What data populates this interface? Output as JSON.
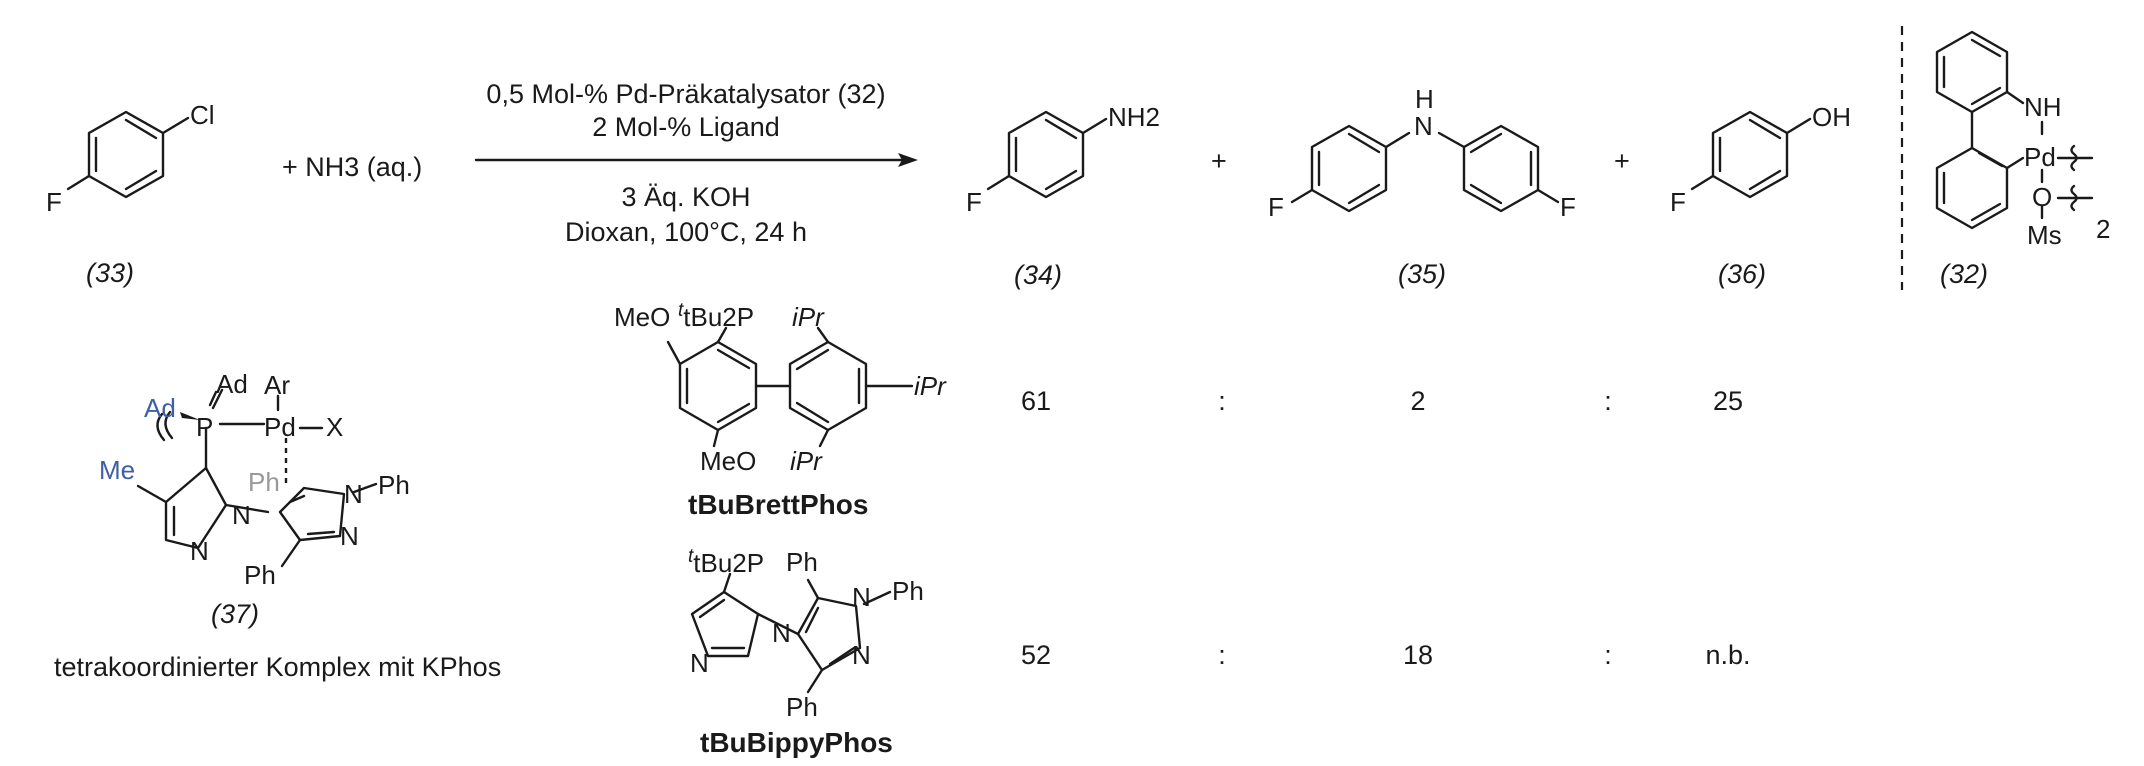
{
  "reaction": {
    "reagent": "+ NH3 (aq.)",
    "conditions_above": [
      "0,5 Mol-% Pd-Präkatalysator (32)",
      "2 Mol-% Ligand"
    ],
    "conditions_below": [
      "3 Äq. KOH",
      "Dioxan, 100°C, 24 h"
    ],
    "plus": "+"
  },
  "compounds": {
    "c33": "(33)",
    "c34": "(34)",
    "c35": "(35)",
    "c36": "(36)",
    "c32": "(32)",
    "c37": "(37)"
  },
  "ligands": [
    {
      "name": "tBuBrettPhos",
      "ratio": [
        "61",
        "2",
        "25"
      ]
    },
    {
      "name": "tBuBippyPhos",
      "ratio": [
        "52",
        "18",
        "n.b."
      ]
    }
  ],
  "separator": ":",
  "complex_caption": "tetrakoordinierter Komplex mit KPhos",
  "atoms": {
    "F": "F",
    "Cl": "Cl",
    "NH2": "NH2",
    "H": "H",
    "N": "N",
    "OH": "OH",
    "NH": "NH",
    "Pd": "Pd",
    "O": "O",
    "Ms": "Ms",
    "two": "2",
    "MeO": "MeO",
    "tBu2P": "tBu2P",
    "iPr": "iPr",
    "Ad": "Ad",
    "Ar": "Ar",
    "P": "P",
    "X": "X",
    "Me": "Me",
    "Ph": "Ph"
  }
}
